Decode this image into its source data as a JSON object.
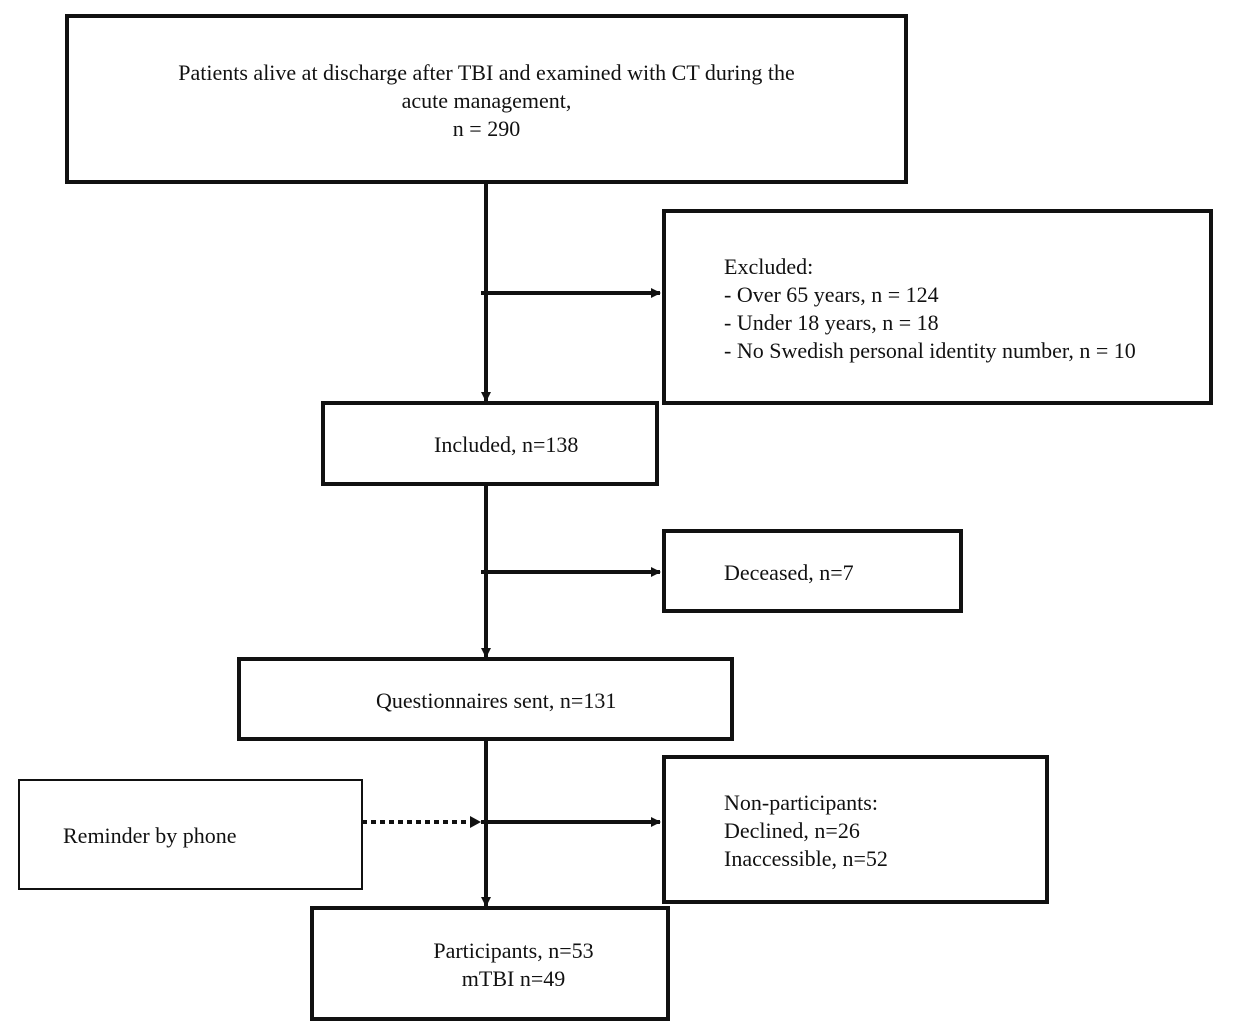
{
  "boxes": {
    "start": {
      "line1": "Patients alive at discharge after TBI and examined with CT during the",
      "line2": "acute management,",
      "line3": "n = 290"
    },
    "excluded": {
      "title": "Excluded:",
      "items": [
        "- Over 65 years, n = 124",
        "- Under 18 years, n = 18",
        "- No Swedish personal identity number, n = 10"
      ]
    },
    "included": {
      "label": "Included, n=138"
    },
    "deceased": {
      "label": "Deceased, n=7"
    },
    "questionnaires": {
      "label": "Questionnaires sent, n=131"
    },
    "reminder": {
      "label": "Reminder by phone"
    },
    "nonparticipants": {
      "title": "Non-participants:",
      "items": [
        "Declined, n=26",
        "Inaccessible, n=52"
      ]
    },
    "participants": {
      "line1": "Participants, n=53",
      "line2": "mTBI n=49"
    }
  },
  "colors": {
    "stroke": "#111111",
    "background": "#ffffff"
  }
}
